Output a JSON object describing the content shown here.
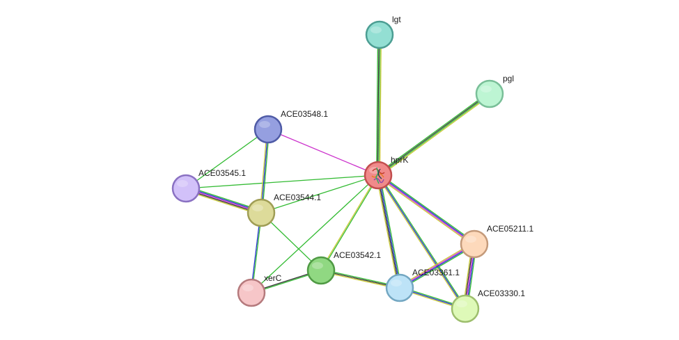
{
  "network": {
    "nodes": [
      {
        "id": "lgt",
        "label": "lgt",
        "fill": "#93dfd3",
        "stroke": "#4c9e93"
      },
      {
        "id": "pgl",
        "label": "pgl",
        "fill": "#bdf5d3",
        "stroke": "#79bf98"
      },
      {
        "id": "ACE03548.1",
        "label": "ACE03548.1",
        "fill": "#959fe0",
        "stroke": "#4f5ba6"
      },
      {
        "id": "hprK",
        "label": "hprK",
        "fill": "#f08a8a",
        "stroke": "#c24e4e"
      },
      {
        "id": "ACE03545.1",
        "label": "ACE03545.1",
        "fill": "#d2c1f9",
        "stroke": "#8a71c2"
      },
      {
        "id": "ACE03544.1",
        "label": "ACE03544.1",
        "fill": "#dddb9a",
        "stroke": "#9f9d55"
      },
      {
        "id": "ACE05211.1",
        "label": "ACE05211.1",
        "fill": "#fdd9bb",
        "stroke": "#c49a7a"
      },
      {
        "id": "ACE03542.1",
        "label": "ACE03542.1",
        "fill": "#90d882",
        "stroke": "#4f9a44"
      },
      {
        "id": "ACE03361.1",
        "label": "ACE03361.1",
        "fill": "#bde3f7",
        "stroke": "#73a7c2"
      },
      {
        "id": "xerC",
        "label": "xerC",
        "fill": "#f6c6c8",
        "stroke": "#b57a7d"
      },
      {
        "id": "ACE03330.1",
        "label": "ACE03330.1",
        "fill": "#def9b8",
        "stroke": "#9dbe6d"
      }
    ],
    "edges": [
      {
        "source": "hprK",
        "target": "lgt",
        "colors": [
          "#33bb33",
          "#333333",
          "#33bb33",
          "#c9c936"
        ]
      },
      {
        "source": "hprK",
        "target": "pgl",
        "colors": [
          "#33bb33",
          "#333333",
          "#33bb33",
          "#c9c936"
        ]
      },
      {
        "source": "hprK",
        "target": "ACE03548.1",
        "colors": [
          "#cc33cc"
        ]
      },
      {
        "source": "hprK",
        "target": "ACE03545.1",
        "colors": [
          "#33bb33"
        ]
      },
      {
        "source": "hprK",
        "target": "ACE03544.1",
        "colors": [
          "#33bb33"
        ]
      },
      {
        "source": "hprK",
        "target": "ACE03542.1",
        "colors": [
          "#33bb33",
          "#c9c936"
        ]
      },
      {
        "source": "hprK",
        "target": "xerC",
        "colors": [
          "#33bb33"
        ]
      },
      {
        "source": "hprK",
        "target": "ACE05211.1",
        "colors": [
          "#33bb33",
          "#2233cc",
          "#cc33cc",
          "#c9c936"
        ]
      },
      {
        "source": "hprK",
        "target": "ACE03361.1",
        "colors": [
          "#33bb33",
          "#2233cc",
          "#333333",
          "#c9c936"
        ]
      },
      {
        "source": "hprK",
        "target": "ACE03330.1",
        "colors": [
          "#33bb33",
          "#2233cc",
          "#c9c936"
        ]
      },
      {
        "source": "ACE03548.1",
        "target": "ACE03544.1",
        "colors": [
          "#33bb33",
          "#2233cc",
          "#c9c936"
        ]
      },
      {
        "source": "ACE03548.1",
        "target": "ACE03545.1",
        "colors": [
          "#33bb33"
        ]
      },
      {
        "source": "ACE03545.1",
        "target": "ACE03544.1",
        "colors": [
          "#33bb33",
          "#2233cc",
          "#cc33cc",
          "#333333",
          "#c9c936"
        ]
      },
      {
        "source": "ACE03544.1",
        "target": "xerC",
        "colors": [
          "#33bb33",
          "#2233cc"
        ]
      },
      {
        "source": "ACE03544.1",
        "target": "ACE03542.1",
        "colors": [
          "#33bb33"
        ]
      },
      {
        "source": "ACE03542.1",
        "target": "xerC",
        "colors": [
          "#33bb33",
          "#333333"
        ]
      },
      {
        "source": "ACE03542.1",
        "target": "ACE03361.1",
        "colors": [
          "#33bb33",
          "#333333",
          "#c9c936"
        ]
      },
      {
        "source": "ACE05211.1",
        "target": "ACE03361.1",
        "colors": [
          "#33bb33",
          "#2233cc",
          "#cc33cc",
          "#c9c936"
        ]
      },
      {
        "source": "ACE05211.1",
        "target": "ACE03330.1",
        "colors": [
          "#33bb33",
          "#2233cc",
          "#cc33cc",
          "#333333",
          "#c9c936"
        ]
      },
      {
        "source": "ACE03361.1",
        "target": "ACE03330.1",
        "colors": [
          "#33bb33",
          "#2233cc",
          "#c9c936"
        ]
      }
    ]
  }
}
